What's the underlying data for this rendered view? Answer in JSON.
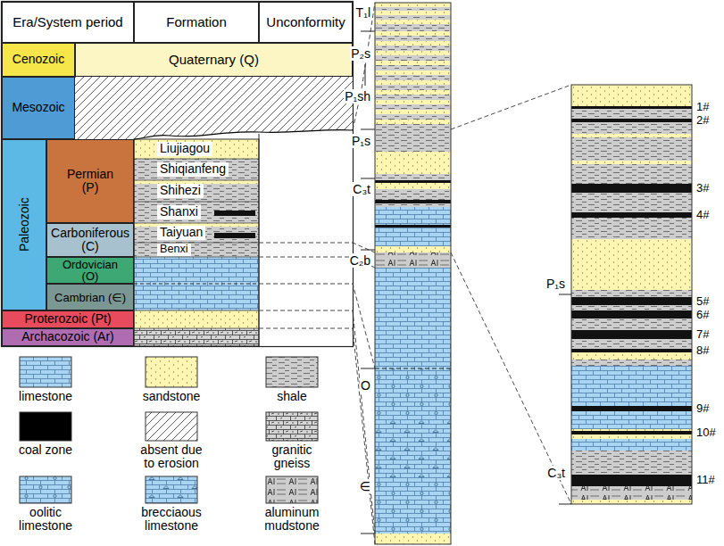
{
  "diagram": {
    "nodes": [
      {
        "text": [
          "Era/System period"
        ]
      },
      {
        "text": [
          "Formation"
        ]
      },
      {
        "text": [
          "Unconformity"
        ]
      },
      {
        "text": [
          "Cenozoic"
        ]
      },
      {
        "text": [
          "Quaternary (Q)"
        ]
      },
      {
        "text": [
          "Mesozoic"
        ]
      },
      {
        "text": [
          "Paleozoic"
        ]
      },
      {
        "text": [
          "Permian (P)"
        ]
      },
      {
        "text": [
          "Carboniferous (C)"
        ]
      },
      {
        "text": [
          "Ordovician (O)"
        ]
      },
      {
        "text": [
          "Cambrian (∈)"
        ]
      },
      {
        "text": [
          "Proterozoic (Pt)"
        ]
      },
      {
        "text": [
          "Archacozoic (Ar)"
        ]
      },
      {
        "text": [
          "Liujiagou"
        ]
      },
      {
        "text": [
          "Shiqianfeng"
        ]
      },
      {
        "text": [
          "Shihezi"
        ]
      },
      {
        "text": [
          "Shanxi"
        ]
      },
      {
        "text": [
          "Taiyuan"
        ]
      },
      {
        "text": [
          "Benxi"
        ]
      }
    ],
    "labels": [
      "T₁l",
      "P₂s",
      "P₁sh",
      "P₁s",
      "C₃t",
      "C₂b",
      "O",
      "∈",
      "P₁s",
      "C₃t",
      "1#",
      "2#",
      "3#",
      "4#",
      "5#",
      "6#",
      "7#",
      "8#",
      "9#",
      "10#",
      "11#"
    ],
    "legend": [
      {
        "text": "limestone"
      },
      {
        "text": "sandstone"
      },
      {
        "text": "shale"
      },
      {
        "text": "coal zone",
        "color": "#000000"
      },
      {
        "text": "absent due to erosion"
      },
      {
        "text": "granitic gneiss"
      },
      {
        "text": "oolitic limestone"
      },
      {
        "text": "brecciaous limestone"
      },
      {
        "text": "aluminum mudstone"
      }
    ]
  }
}
